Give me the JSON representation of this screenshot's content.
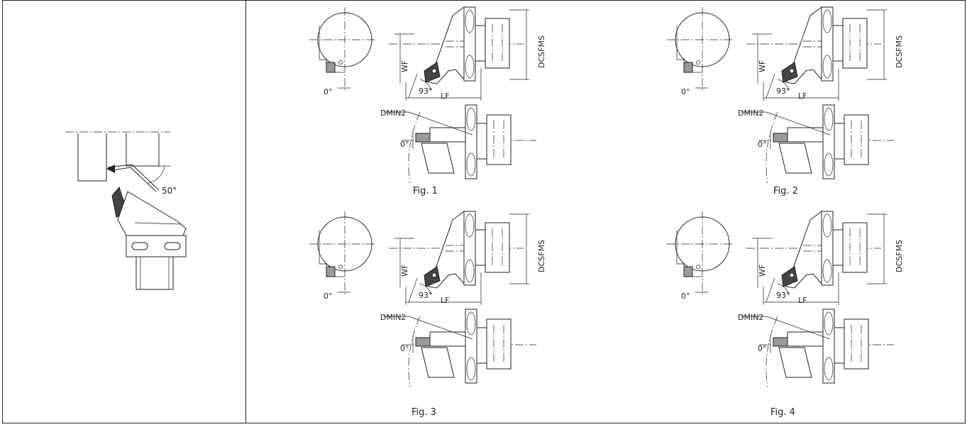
{
  "overview": {
    "angle_label": "50°"
  },
  "figures": [
    {
      "caption": "Fig. 1",
      "angle_zero": "0°",
      "dim_wf": "WF",
      "dim_lf": "LF",
      "dim_dcsfms": "DCSFMS",
      "angle_lead": "93°",
      "dim_dmin2": "DMIN2",
      "angle_zero_2": "0°"
    },
    {
      "caption": "Fig. 2",
      "angle_zero": "0°",
      "dim_wf": "WF",
      "dim_lf": "LF",
      "dim_dcsfms": "DCSFMS",
      "angle_lead": "93°",
      "dim_dmin2": "DMIN2",
      "angle_zero_2": "0°"
    },
    {
      "caption": "Fig. 3",
      "angle_zero": "0°",
      "dim_wf": "WF",
      "dim_lf": "LF",
      "dim_dcsfms": "DCSFMS",
      "angle_lead": "93°",
      "dim_dmin2": "DMIN2",
      "angle_zero_2": "0°"
    },
    {
      "caption": "Fig. 4",
      "angle_zero": "0°",
      "dim_wf": "WF",
      "dim_lf": "LF",
      "dim_dcsfms": "DCSFMS",
      "angle_lead": "93°",
      "dim_dmin2": "DMIN2",
      "angle_zero_2": "0°"
    }
  ]
}
